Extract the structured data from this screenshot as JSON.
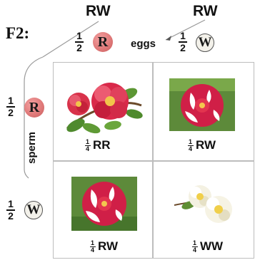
{
  "generation_label": "F2:",
  "parents": {
    "left_genotype": "RW",
    "right_genotype": "RW"
  },
  "gamete_labels": {
    "eggs": "eggs",
    "sperm": "sperm"
  },
  "fraction": {
    "num": "1",
    "den": "2"
  },
  "small_fraction": {
    "num": "1",
    "den": "4"
  },
  "alleles": {
    "R": "R",
    "W": "W"
  },
  "cells": {
    "rr": "RR",
    "rw_top": "RW",
    "rw_bottom": "RW",
    "ww": "WW"
  },
  "colors": {
    "red_allele": "#e07a7a",
    "white_allele": "#f3f1ea",
    "grid": "#bdbdbd"
  }
}
